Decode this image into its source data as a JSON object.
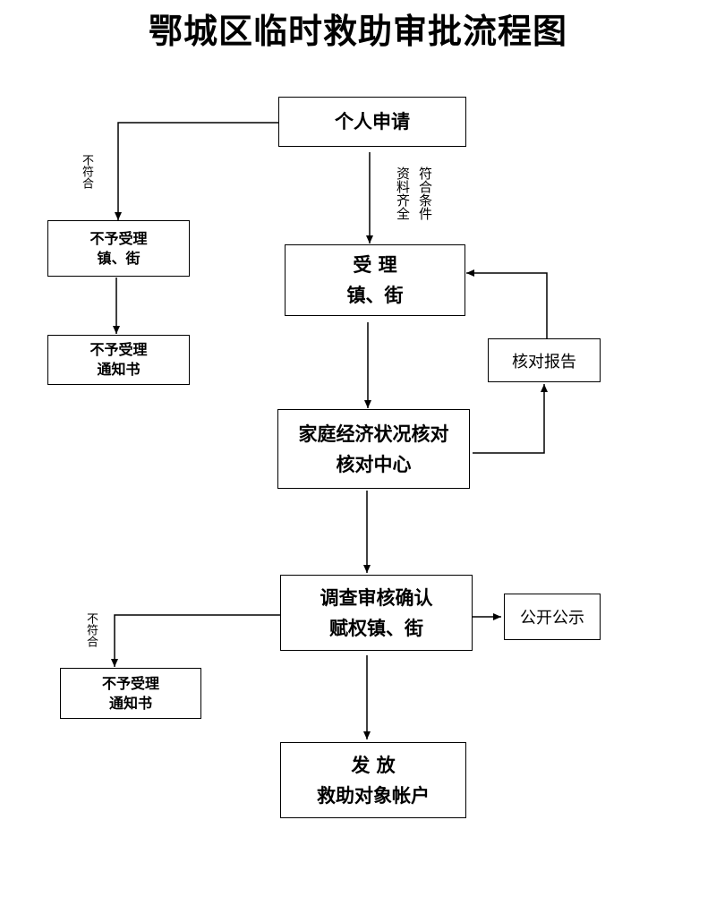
{
  "title": "鄂城区临时救助审批流程图",
  "nodes": {
    "apply": "个人申请",
    "accept_l1": "受 理",
    "accept_l2": "镇、街",
    "reject1_l1": "不予受理",
    "reject1_l2": "镇、街",
    "reject1_notice_l1": "不予受理",
    "reject1_notice_l2": "通知书",
    "verify_l1": "家庭经济状况核对",
    "verify_l2": "核对中心",
    "report": "核对报告",
    "investigate_l1": "调查审核确认",
    "investigate_l2": "赋权镇、街",
    "publicity": "公开公示",
    "reject2_l1": "不予受理",
    "reject2_l2": "通知书",
    "issue_l1": "发 放",
    "issue_l2": "救助对象帐户"
  },
  "edge_labels": {
    "not_meet_1": "不符合",
    "not_meet_2": "不符合",
    "meet_conditions": "符合条件",
    "docs_complete": "资料齐全"
  }
}
